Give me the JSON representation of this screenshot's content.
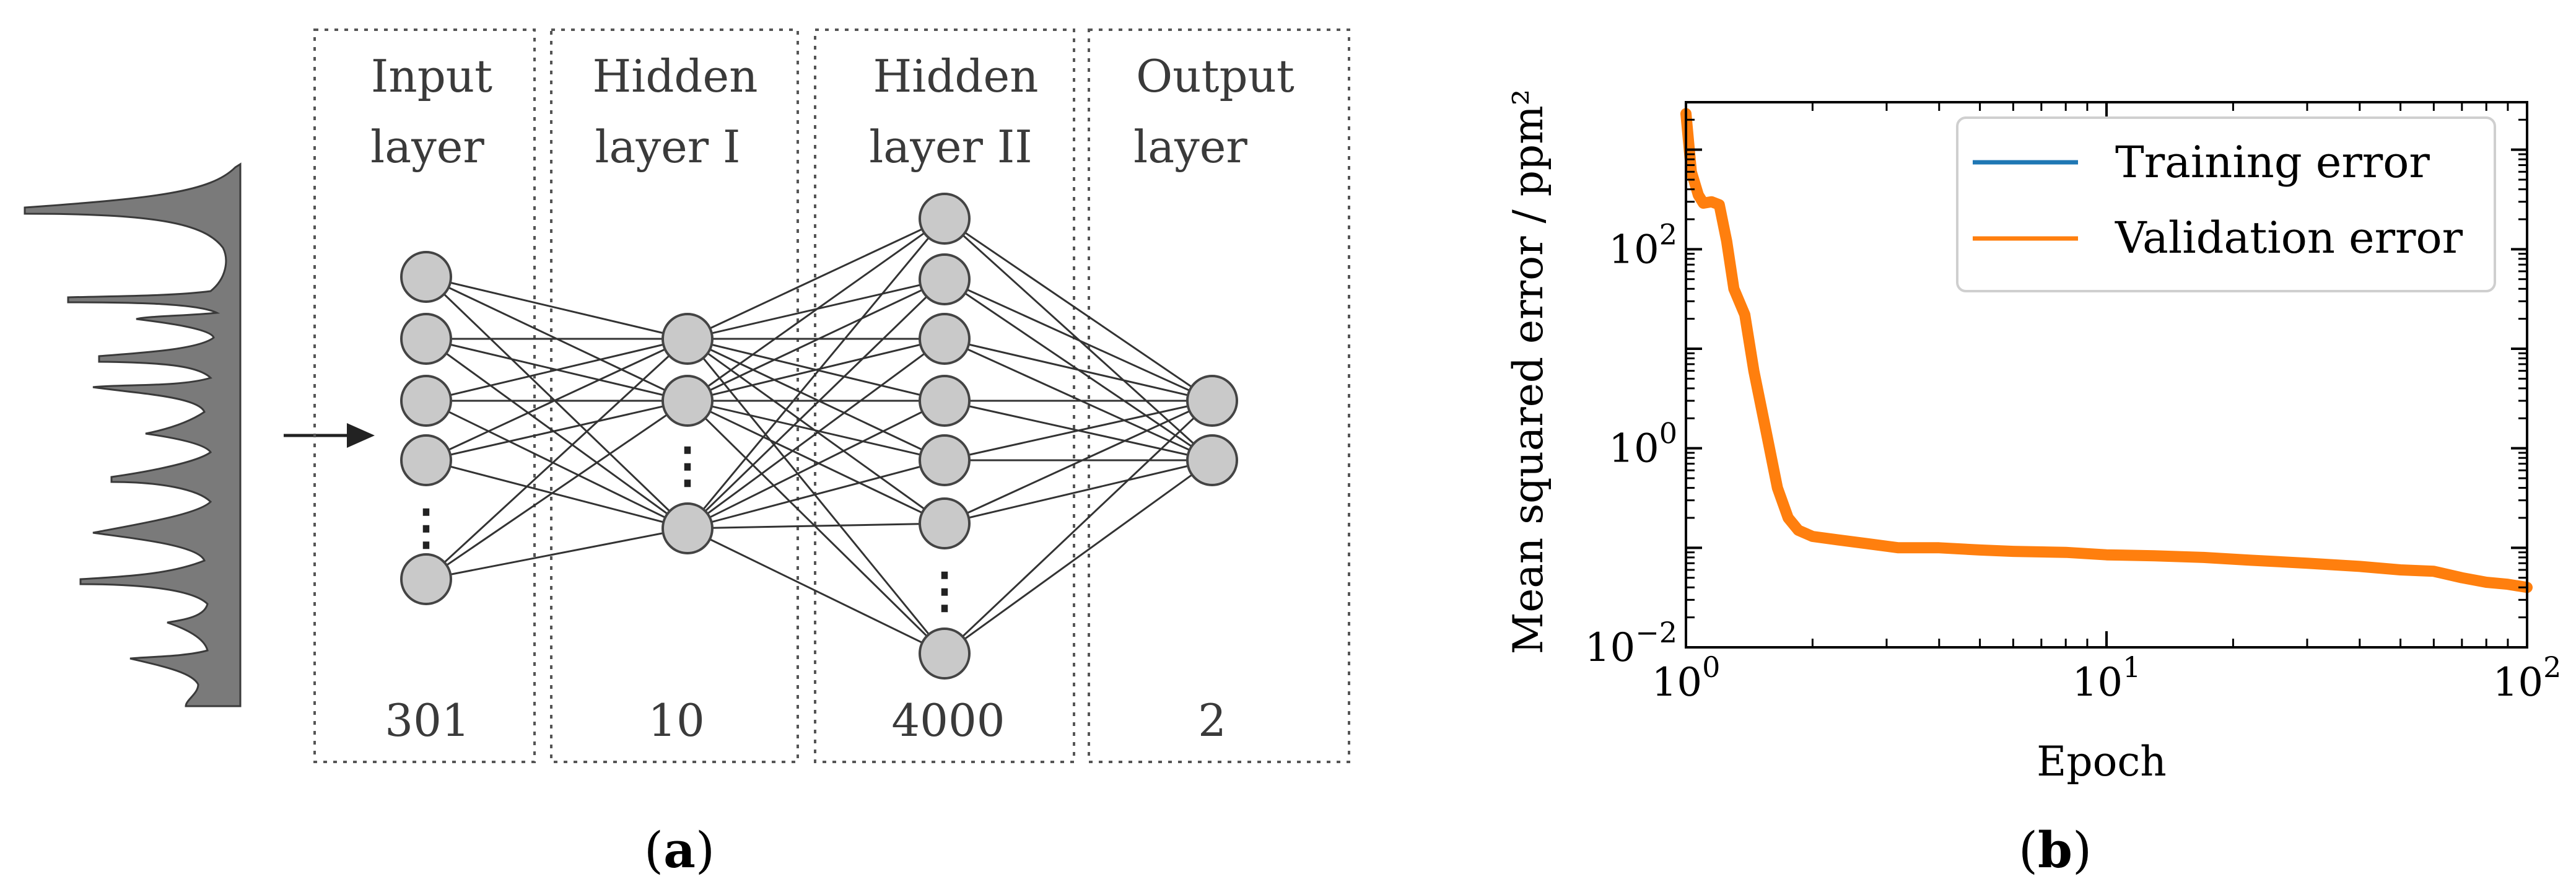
{
  "figure": {
    "panel_a": {
      "label_open": "(",
      "label_letter": "a",
      "label_close": ")",
      "layers": [
        {
          "title_line1": "Input",
          "title_line2": "layer",
          "count": "301"
        },
        {
          "title_line1": "Hidden",
          "title_line2": "layer I",
          "count": "10"
        },
        {
          "title_line1": "Hidden",
          "title_line2": "layer II",
          "count": "4000"
        },
        {
          "title_line1": "Output",
          "title_line2": "layer",
          "count": "2"
        }
      ],
      "ellipsis": "⋮"
    },
    "panel_b": {
      "label_open": "(",
      "label_letter": "b",
      "label_close": ")"
    }
  },
  "chart_data": {
    "type": "line",
    "xlabel": "Epoch",
    "ylabel": "Mean squared error / ppm²",
    "xscale": "log",
    "yscale": "log",
    "xlim": [
      1,
      100
    ],
    "ylim": [
      0.01,
      3000
    ],
    "x_ticks": [
      {
        "value": 1,
        "label_base": "10",
        "label_exp": "0"
      },
      {
        "value": 10,
        "label_base": "10",
        "label_exp": "1"
      },
      {
        "value": 100,
        "label_base": "10",
        "label_exp": "2"
      }
    ],
    "y_ticks": [
      {
        "value": 0.01,
        "label_base": "10",
        "label_exp": "−2"
      },
      {
        "value": 1,
        "label_base": "10",
        "label_exp": "0"
      },
      {
        "value": 100,
        "label_base": "10",
        "label_exp": "2"
      }
    ],
    "legend_position": "top-right",
    "series": [
      {
        "name": "Training error",
        "color": "#1f77b4",
        "x": [
          1.0,
          1.03,
          1.07,
          1.1,
          1.15,
          1.2,
          1.25,
          1.3,
          1.38,
          1.45,
          1.55,
          1.65,
          1.75,
          1.85,
          2.0,
          2.3,
          2.7,
          3.2,
          4,
          5,
          6,
          8,
          10,
          13,
          17,
          22,
          30,
          40,
          50,
          60,
          70,
          80,
          90,
          100
        ],
        "y": [
          2300,
          600,
          350,
          290,
          300,
          280,
          120,
          40,
          22,
          6,
          1.5,
          0.4,
          0.2,
          0.15,
          0.13,
          0.12,
          0.11,
          0.1,
          0.1,
          0.095,
          0.092,
          0.09,
          0.085,
          0.083,
          0.08,
          0.075,
          0.07,
          0.065,
          0.06,
          0.058,
          0.05,
          0.045,
          0.043,
          0.04
        ]
      },
      {
        "name": "Validation error",
        "color": "#ff7f0e",
        "x": [
          1.0,
          1.03,
          1.07,
          1.1,
          1.15,
          1.2,
          1.25,
          1.3,
          1.38,
          1.45,
          1.55,
          1.65,
          1.75,
          1.85,
          2.0,
          2.3,
          2.7,
          3.2,
          4,
          5,
          6,
          8,
          10,
          13,
          17,
          22,
          30,
          40,
          50,
          60,
          70,
          80,
          90,
          100
        ],
        "y": [
          2300,
          600,
          350,
          290,
          300,
          280,
          120,
          40,
          22,
          6,
          1.5,
          0.4,
          0.2,
          0.15,
          0.13,
          0.12,
          0.11,
          0.1,
          0.1,
          0.095,
          0.092,
          0.09,
          0.085,
          0.083,
          0.08,
          0.075,
          0.07,
          0.065,
          0.06,
          0.058,
          0.05,
          0.045,
          0.043,
          0.04
        ]
      }
    ]
  }
}
